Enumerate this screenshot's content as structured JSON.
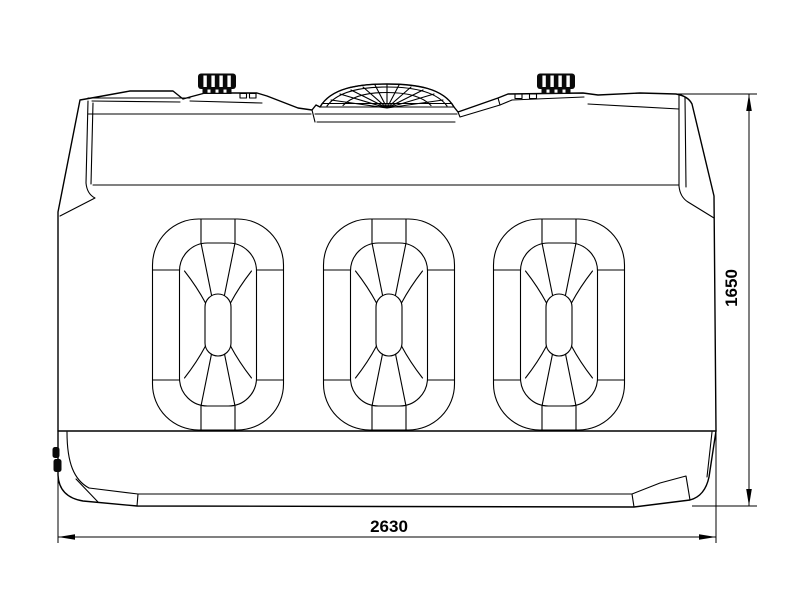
{
  "drawing": {
    "subject": "storage-tank-front-elevation",
    "background_color": "#ffffff",
    "line_color": "#000000",
    "width_label": "2630",
    "height_label": "1650",
    "parts": {
      "left_cap": "screw-cap",
      "right_cap": "screw-cap",
      "center_vent": "dome-vent-grille",
      "recessed_panels_count": 3,
      "outlet": "side-outlet-fitting"
    }
  }
}
